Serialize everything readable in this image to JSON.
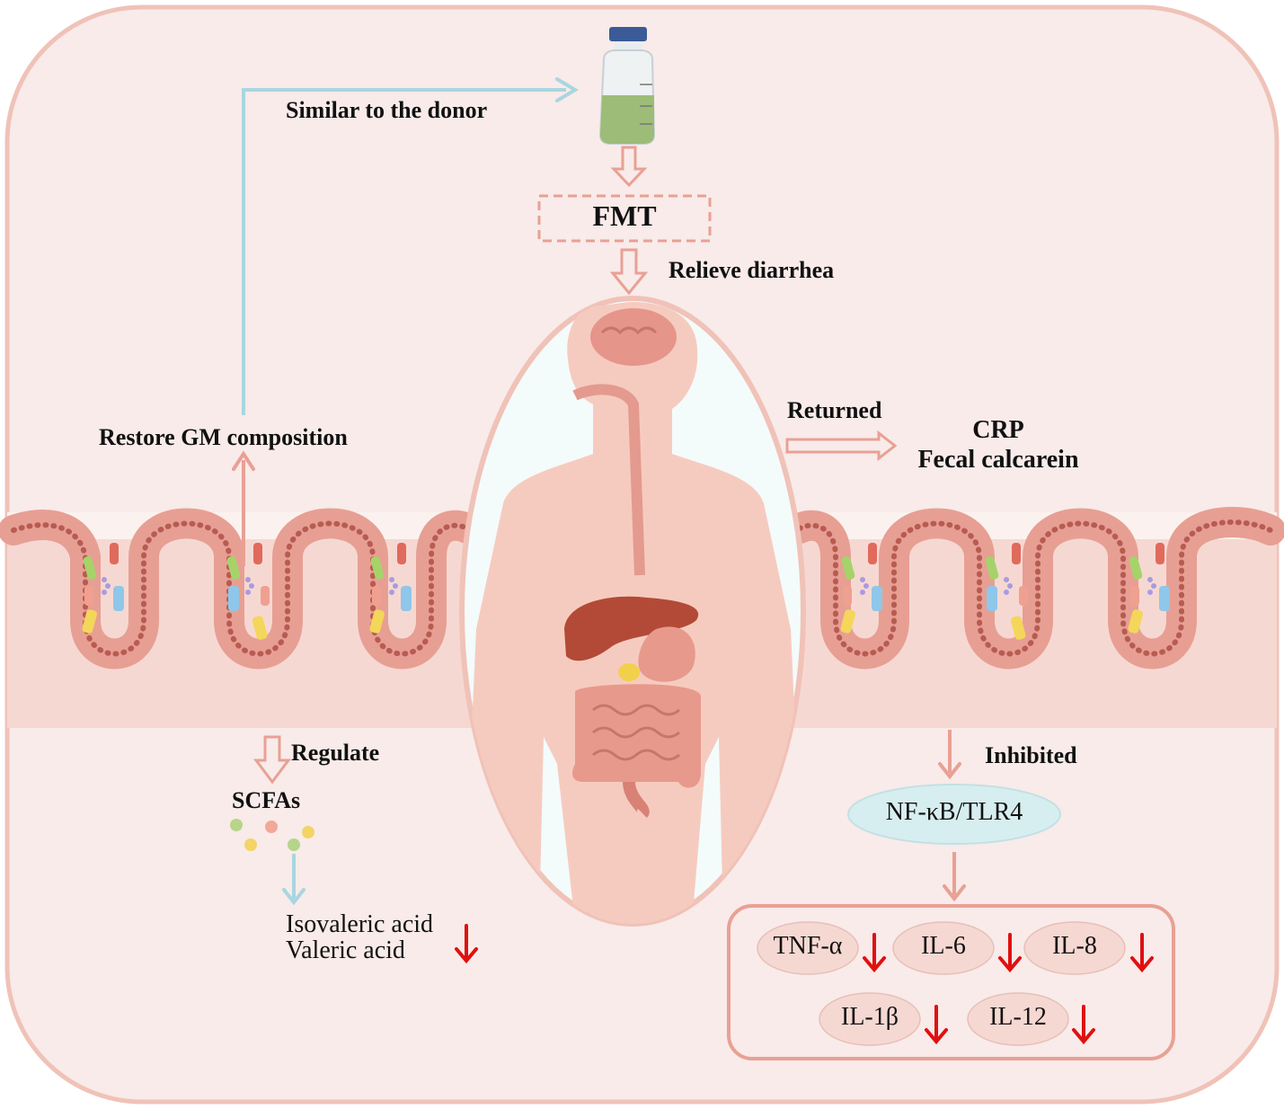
{
  "diagram": {
    "top": {
      "similar_label": "Similar to the donor",
      "fmt_label": "FMT",
      "relieve_label": "Relieve diarrhea"
    },
    "left": {
      "restore_label": "Restore GM composition",
      "regulate_label": "Regulate",
      "scfas_label": "SCFAs",
      "acids": [
        "Isovaleric acid",
        "Valeric acid"
      ]
    },
    "right": {
      "returned_label": "Returned",
      "markers": [
        "CRP",
        "Fecal calcarein"
      ],
      "inhibited_label": "Inhibited",
      "pathway_label": "NF-κB/TLR4",
      "cytokines": [
        "TNF-α",
        "IL-6",
        "IL-8",
        "IL-1β",
        "IL-12"
      ]
    },
    "colors": {
      "background": "#f8ebe9",
      "border": "#f0c2b8",
      "tissue": "#f6d8d2",
      "villi": "#ecaaa0",
      "arrow_pink": "#e9a095",
      "arrow_blue": "#a9d6e0",
      "down_arrow": "#e01010",
      "pathway_fill": "#d7eef0"
    }
  }
}
